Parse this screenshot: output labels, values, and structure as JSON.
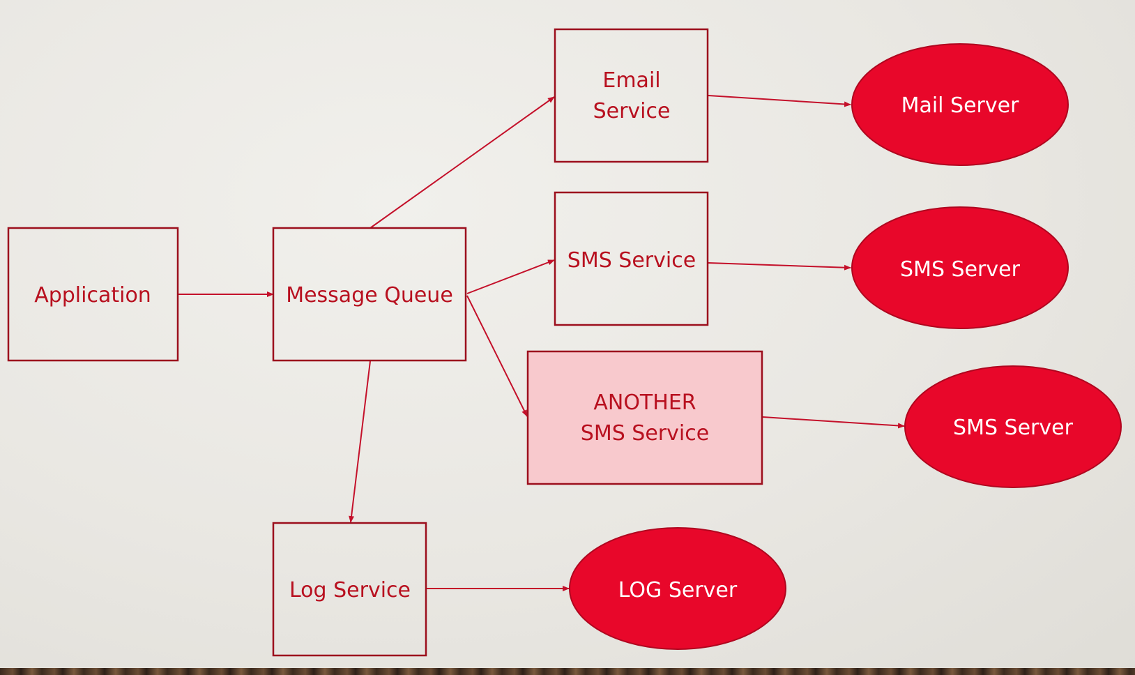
{
  "diagram": {
    "title": "",
    "colors": {
      "box_stroke": "#9c0f1d",
      "box_text": "#b8101f",
      "highlight_fill": "#f8c9cd",
      "server_fill": "#e8072a",
      "server_stroke": "#b0061f",
      "server_text": "#ffffff",
      "arrow": "#c4102a"
    },
    "boxes": {
      "application": {
        "lines": [
          "Application"
        ]
      },
      "message_queue": {
        "lines": [
          "Message Queue"
        ]
      },
      "email_service": {
        "lines": [
          "Email",
          "Service"
        ]
      },
      "sms_service": {
        "lines": [
          "SMS Service"
        ]
      },
      "another_sms_service": {
        "lines": [
          "ANOTHER",
          "SMS Service"
        ]
      },
      "log_service": {
        "lines": [
          "Log Service"
        ]
      }
    },
    "servers": {
      "mail_server": {
        "label": "Mail Server"
      },
      "sms_server_1": {
        "label": "SMS Server"
      },
      "sms_server_2": {
        "label": "SMS Server"
      },
      "log_server": {
        "label": "LOG Server"
      }
    },
    "edges": [
      {
        "from": "application",
        "to": "message_queue"
      },
      {
        "from": "message_queue",
        "to": "email_service"
      },
      {
        "from": "message_queue",
        "to": "sms_service"
      },
      {
        "from": "message_queue",
        "to": "another_sms_service"
      },
      {
        "from": "message_queue",
        "to": "log_service"
      },
      {
        "from": "email_service",
        "to": "mail_server"
      },
      {
        "from": "sms_service",
        "to": "sms_server_1"
      },
      {
        "from": "another_sms_service",
        "to": "sms_server_2"
      },
      {
        "from": "log_service",
        "to": "log_server"
      }
    ]
  }
}
